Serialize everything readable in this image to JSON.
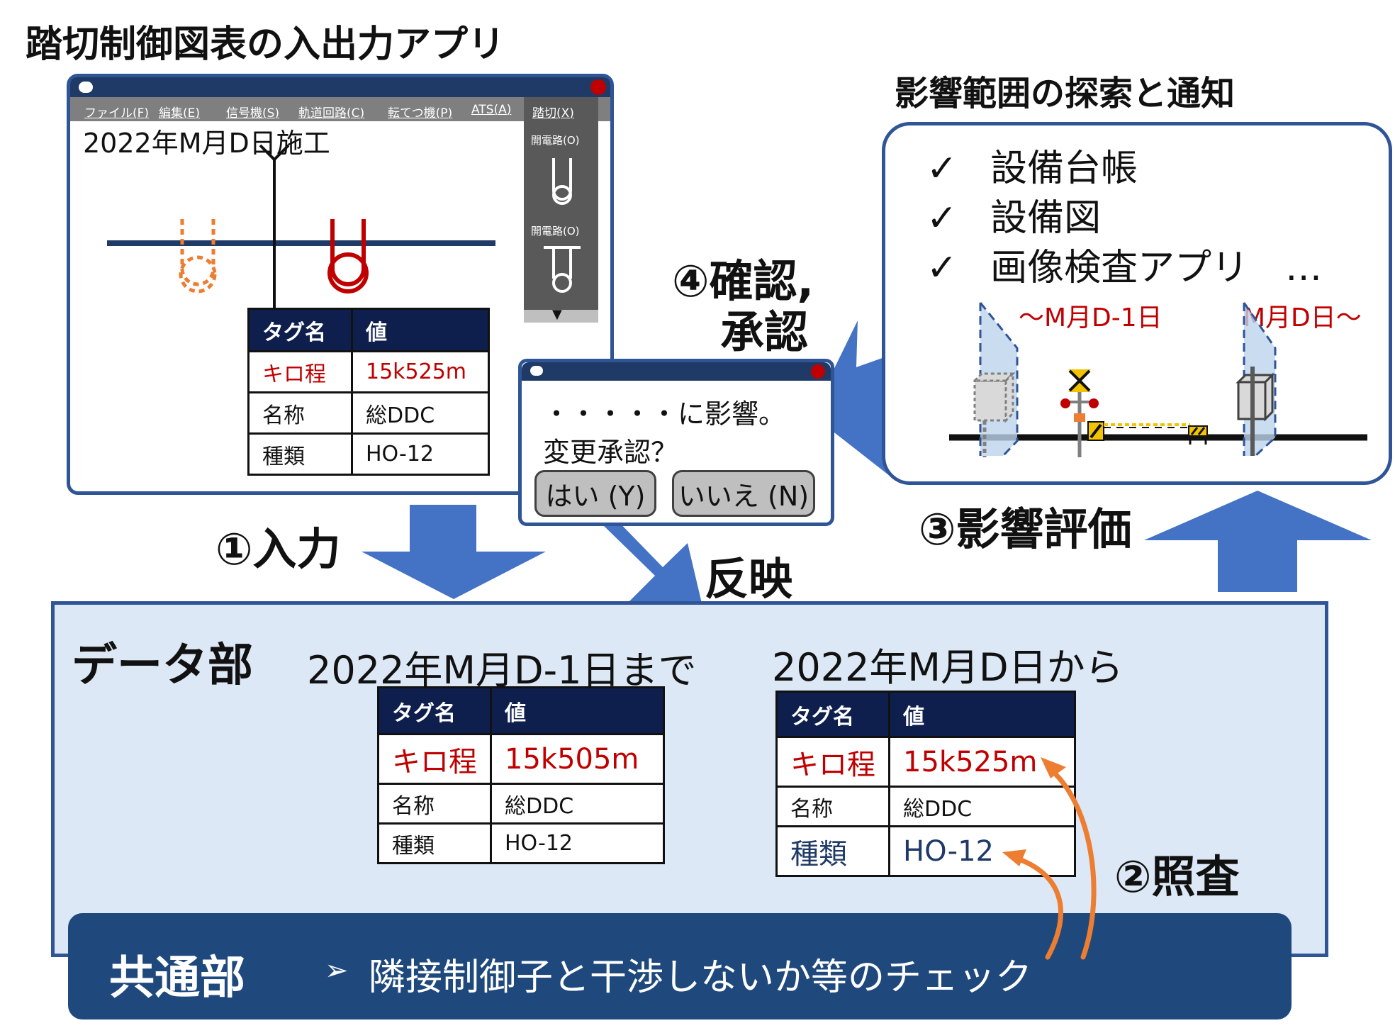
{
  "title": "踏切制御図表の入出力アプリ",
  "app": {
    "menus": [
      "ファイル(F)",
      "編集(E)",
      "信号機(S)",
      "軌道回路(C)",
      "転てつ機(P)",
      "ATS(A)",
      "踏切(X)"
    ],
    "date": "2022年M月D日施工",
    "toolbox_label_1": "開電路(O)",
    "toolbox_label_2": "開電路(O)",
    "table": {
      "headers": [
        "タグ名",
        "値"
      ],
      "rows": [
        [
          "キロ程",
          "15k525m"
        ],
        [
          "名称",
          "総DDC"
        ],
        [
          "種類",
          "HO-12"
        ]
      ]
    }
  },
  "search": {
    "title": "影響範囲の探索と通知",
    "items": [
      "設備台帳",
      "設備図",
      "画像検査アプリ　…"
    ],
    "check_glyph": "✓",
    "before_label": "～M月D-1日",
    "after_label": "M月D日～"
  },
  "dialog": {
    "line1": "・・・・・に影響。",
    "line2": "変更承認？",
    "yes_button": "はい (Y)",
    "no_button": "いいえ (N)"
  },
  "steps": {
    "input": "①入力",
    "check": "②照査",
    "evaluate": "③影響評価",
    "confirm_line1": "④確認,",
    "confirm_line2": "承認",
    "reflect": "反映"
  },
  "data_section": {
    "label": "データ部",
    "before": {
      "caption": "2022年M月D-1日まで",
      "headers": [
        "タグ名",
        "値"
      ],
      "rows": [
        [
          "キロ程",
          "15k505m"
        ],
        [
          "名称",
          "総DDC"
        ],
        [
          "種類",
          "HO-12"
        ]
      ]
    },
    "after": {
      "caption": "2022年M月D日から",
      "headers": [
        "タグ名",
        "値"
      ],
      "rows": [
        [
          "キロ程",
          "15k525m"
        ],
        [
          "名称",
          "総DDC"
        ],
        [
          "種類",
          "HO-12"
        ]
      ]
    }
  },
  "common_section": {
    "label": "共通部",
    "bullet": "➢",
    "text": "隣接制御子と干渉しないか等のチェック"
  },
  "colors": {
    "arrow_blue": "#4472c4",
    "orange": "#ed7d31",
    "navy": "#0e1f4d",
    "red": "#c00000"
  }
}
